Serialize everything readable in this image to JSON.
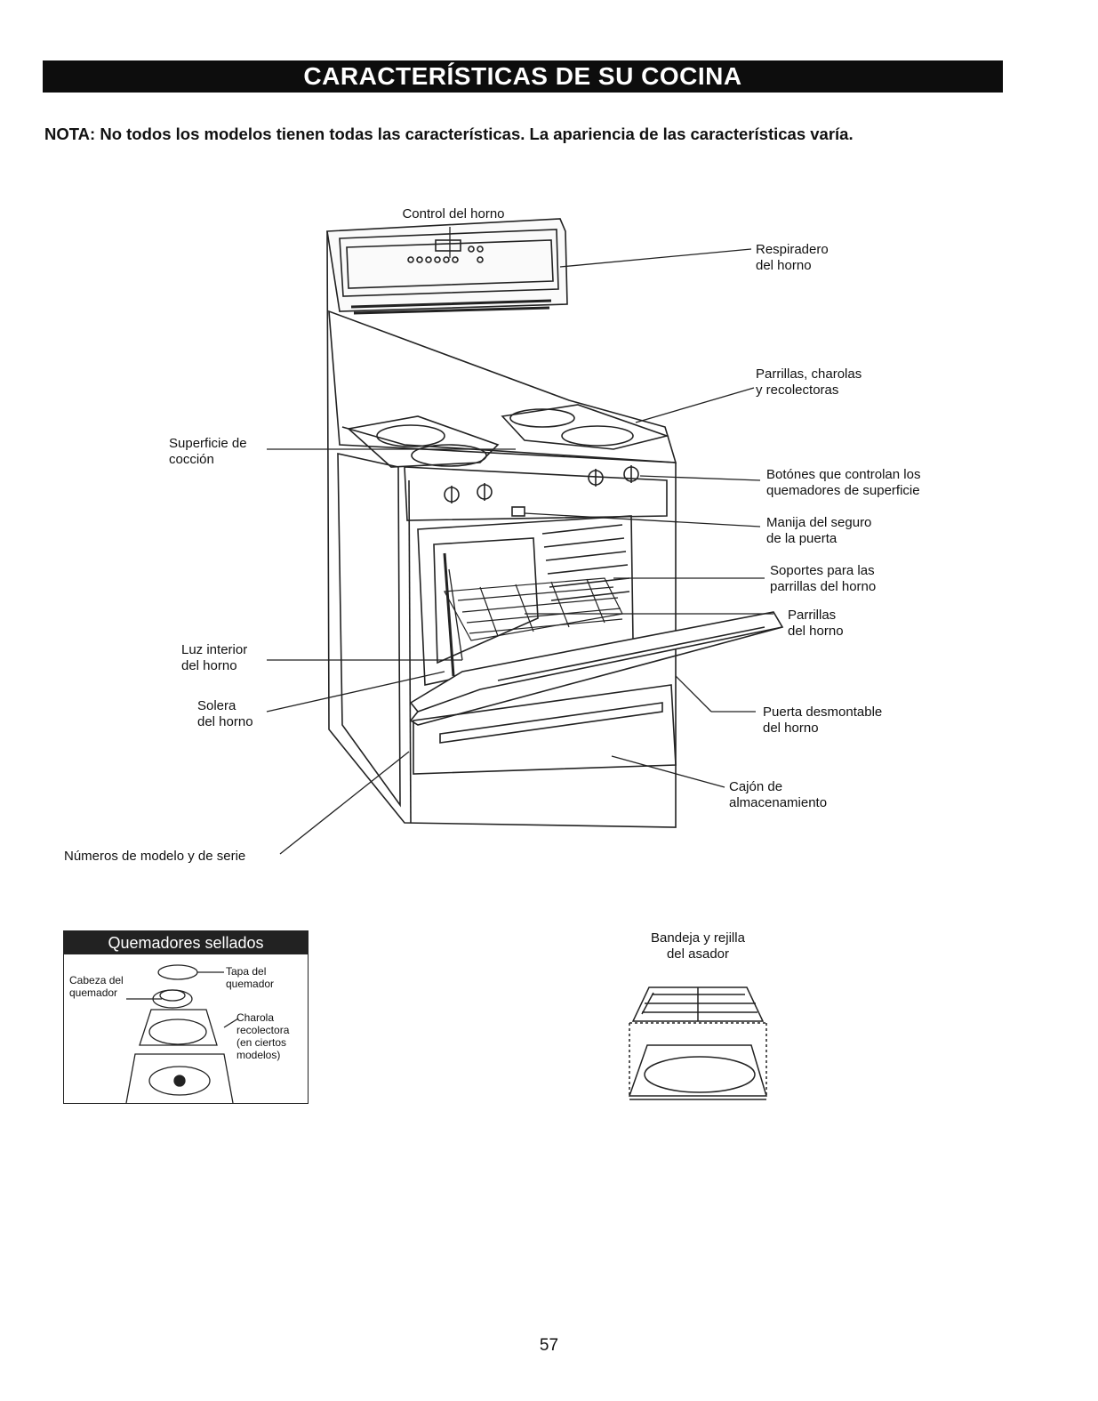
{
  "header": {
    "title": "CARACTERÍSTICAS DE SU COCINA",
    "note": "NOTA: No todos los modelos tienen todas las características. La apariencia de las características varía."
  },
  "diagram": {
    "labels": {
      "oven_control": "Control del horno",
      "oven_vent": "Respiradero\ndel horno",
      "grates_pans": "Parrillas, charolas\ny recolectoras",
      "cooking_surface": "Superficie de\ncocción",
      "knobs": "Botónes que controlan los\nquemadores de superficie",
      "door_lock": "Manija del seguro\nde la puerta",
      "rack_supports": "Soportes para las\nparrillas del horno",
      "oven_racks": "Parrillas\ndel horno",
      "interior_light": "Luz interior\ndel horno",
      "oven_bottom": "Solera\ndel horno",
      "removable_door": "Puerta desmontable\ndel horno",
      "storage_drawer": "Cajón de\nalmacenamiento",
      "model_serial": "Números de modelo y de serie"
    }
  },
  "sealed_burners": {
    "title": "Quemadores sellados",
    "burner_head": "Cabeza del\nquemador",
    "burner_cap": "Tapa del\nquemador",
    "drip_pan": "Charola\nrecolectora\n(en ciertos\nmodelos)"
  },
  "broiler": {
    "title": "Bandeja y rejilla\ndel asador"
  },
  "page_number": "57"
}
